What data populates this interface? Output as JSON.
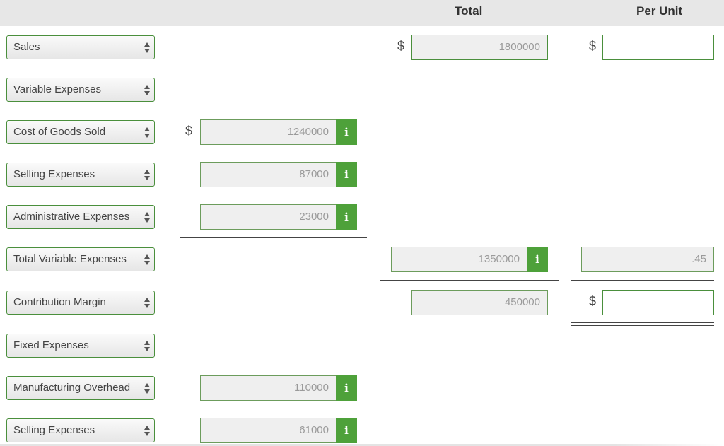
{
  "columns": {
    "total": "Total",
    "per_unit": "Per Unit"
  },
  "currency_symbol": "$",
  "rows": [
    {
      "select_label": "Sales",
      "total_value": "1800000",
      "per_unit_value": ""
    },
    {
      "select_label": "Variable Expenses"
    },
    {
      "select_label": "Cost of Goods Sold",
      "detail_value": "1240000"
    },
    {
      "select_label": "Selling Expenses",
      "detail_value": "87000"
    },
    {
      "select_label": "Administrative Expenses",
      "detail_value": "23000"
    },
    {
      "select_label": "Total Variable Expenses",
      "total_value": "1350000",
      "per_unit_value": ".45"
    },
    {
      "select_label": "Contribution Margin",
      "total_value": "450000",
      "per_unit_value": ""
    },
    {
      "select_label": "Fixed Expenses"
    },
    {
      "select_label": "Manufacturing Overhead",
      "detail_value": "110000"
    },
    {
      "select_label": "Selling Expenses",
      "detail_value": "61000"
    }
  ],
  "info_icon_glyph": "i"
}
